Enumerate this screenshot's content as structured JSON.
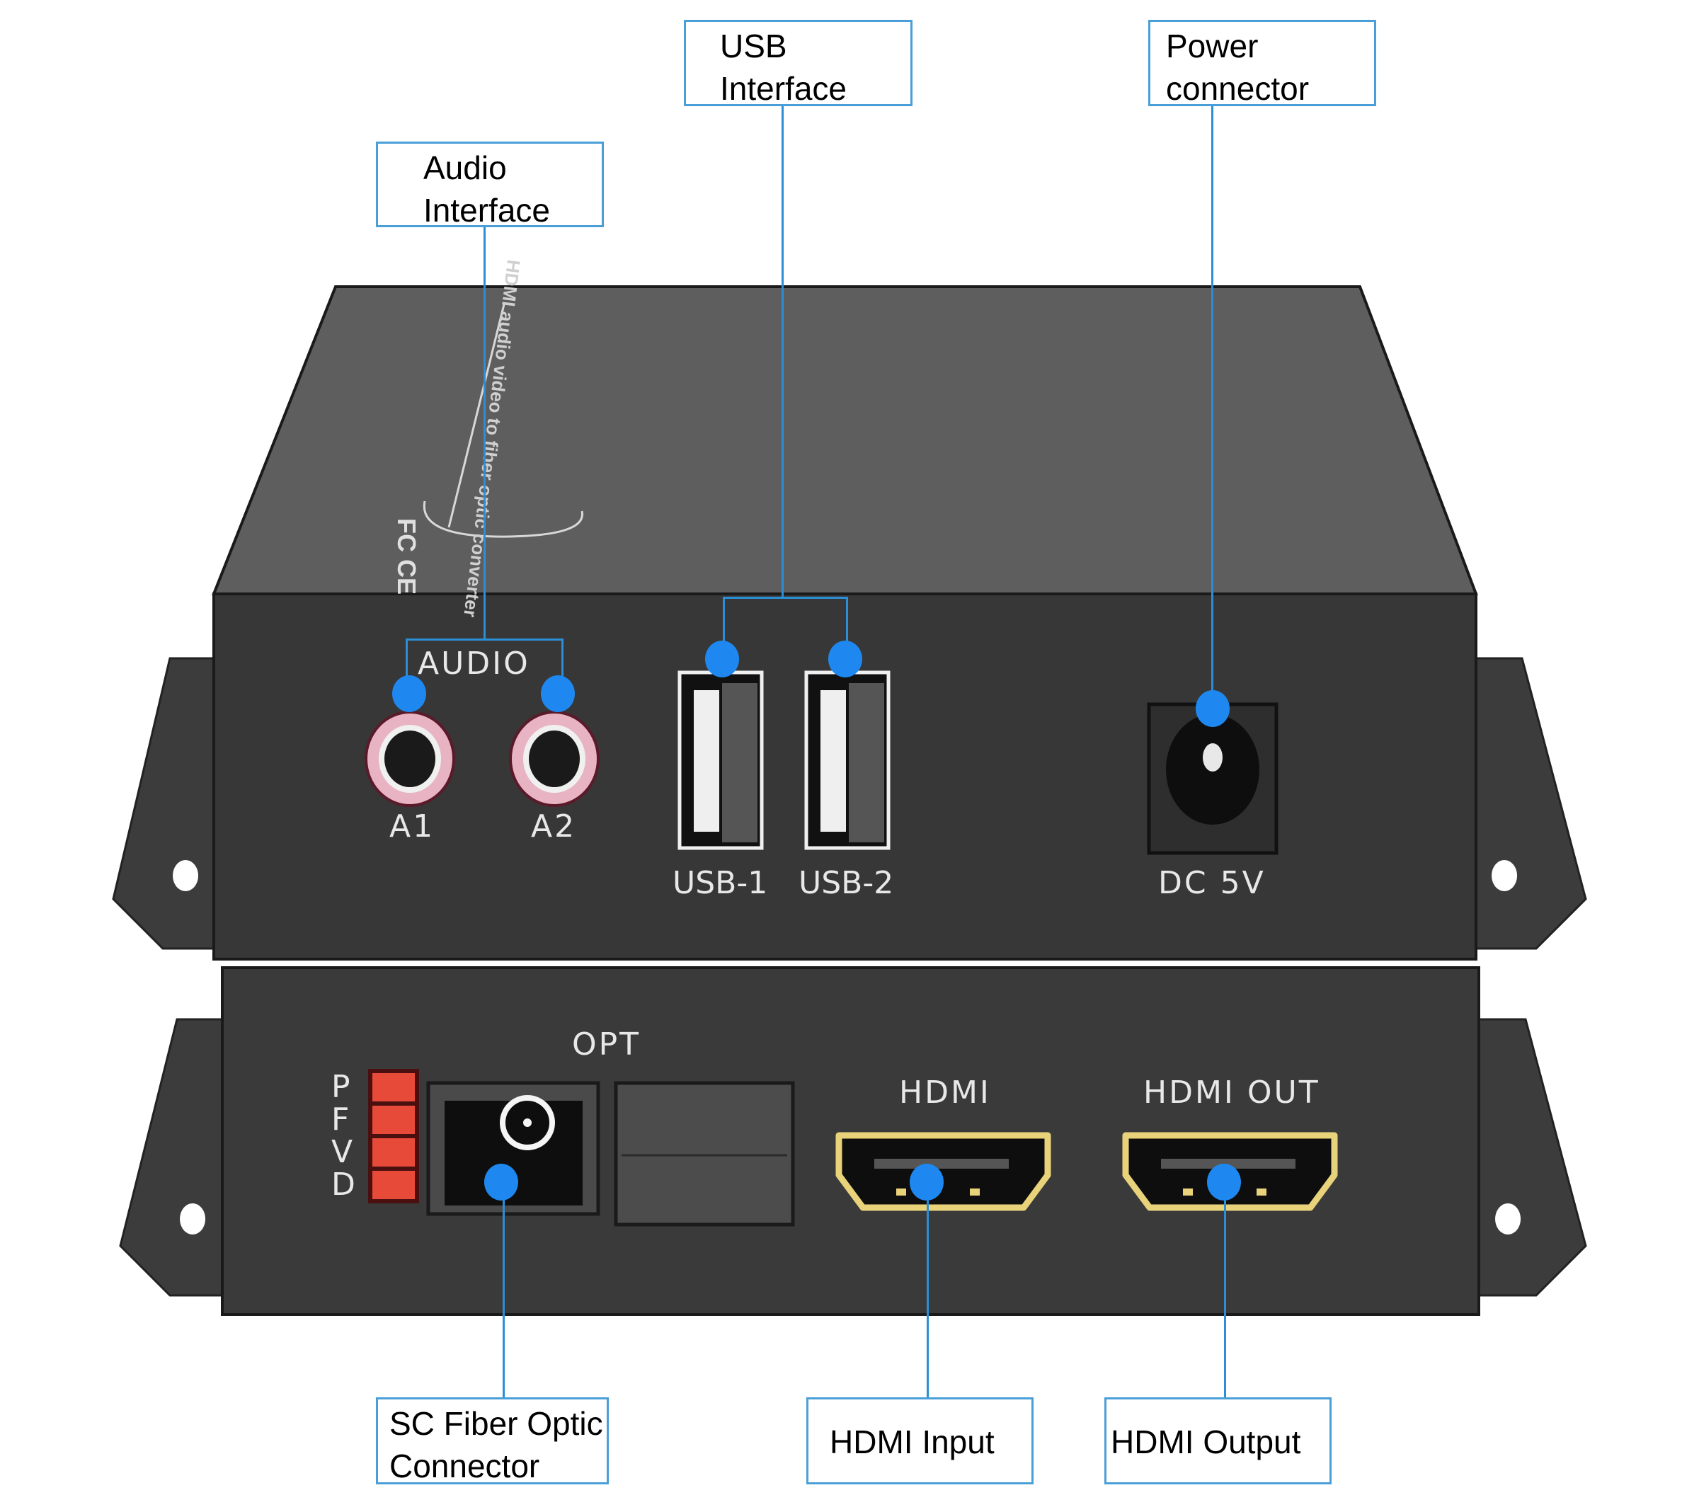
{
  "title": "HDMI audio video to fiber optic converter - interface diagram",
  "device": {
    "top_face_print": "HDMI audio video to fiber optic converter",
    "certification_marks": "FC CE",
    "upper_panel": {
      "audio_label": "AUDIO",
      "audio_ports": [
        "A1",
        "A2"
      ],
      "usb_ports": [
        "USB-1",
        "USB-2"
      ],
      "power_label": "DC 5V"
    },
    "lower_panel": {
      "led_labels": [
        "P",
        "F",
        "V",
        "D"
      ],
      "opt_label": "OPT",
      "hdmi_in_label": "HDMI",
      "hdmi_out_label": "HDMI OUT"
    }
  },
  "callouts": {
    "audio": {
      "line1": "Audio",
      "line2": "Interface"
    },
    "usb": {
      "line1": "USB",
      "line2": "Interface"
    },
    "power": {
      "line1": "Power",
      "line2": "connector"
    },
    "fiber": {
      "line1": "SC Fiber Optic",
      "line2": "Connector"
    },
    "hdmi_input": {
      "line1": "HDMI Input"
    },
    "hdmi_output": {
      "line1": "HDMI Output"
    }
  },
  "colors": {
    "callout_border": "#4a9fd8",
    "marker_dot": "#1e88f0",
    "leader_line": "#2b8fd6",
    "device_body": "#3a3a3a",
    "top_face": "#5d5d5d",
    "hdmi_gold": "#e8d27a",
    "audio_ring": "#e8b4c4",
    "led_red": "#e84a3a"
  }
}
